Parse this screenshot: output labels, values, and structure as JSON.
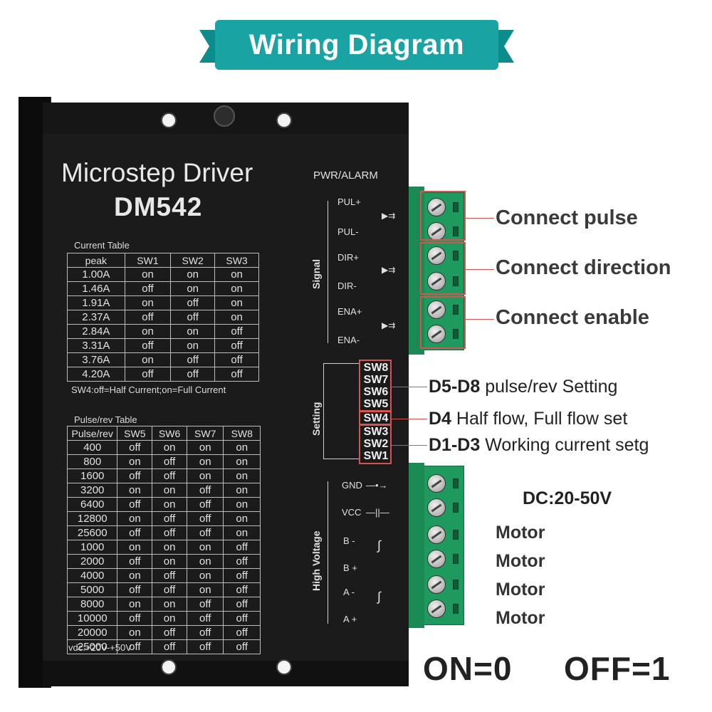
{
  "banner": {
    "title": "Wiring Diagram"
  },
  "driver": {
    "title": "Microstep Driver",
    "model": "DM542",
    "pwr_alarm": "PWR/ALARM",
    "voltage_note": "vdc:+20V-+50V",
    "group_labels": {
      "signal": "Signal",
      "setting": "Setting",
      "high_voltage": "High Voltage"
    },
    "signal_pins": [
      "PUL+",
      "PUL-",
      "DIR+",
      "DIR-",
      "ENA+",
      "ENA-"
    ],
    "power_pins": [
      "GND",
      "VCC",
      "B -",
      "B +",
      "A -",
      "A +"
    ],
    "switches": [
      "SW8",
      "SW7",
      "SW6",
      "SW5",
      "SW4",
      "SW3",
      "SW2",
      "SW1"
    ]
  },
  "current_table": {
    "caption": "Current Table",
    "headers": [
      "peak",
      "SW1",
      "SW2",
      "SW3"
    ],
    "rows": [
      [
        "1.00A",
        "on",
        "on",
        "on"
      ],
      [
        "1.46A",
        "off",
        "on",
        "on"
      ],
      [
        "1.91A",
        "on",
        "off",
        "on"
      ],
      [
        "2.37A",
        "off",
        "off",
        "on"
      ],
      [
        "2.84A",
        "on",
        "on",
        "off"
      ],
      [
        "3.31A",
        "off",
        "on",
        "off"
      ],
      [
        "3.76A",
        "on",
        "off",
        "off"
      ],
      [
        "4.20A",
        "off",
        "off",
        "off"
      ]
    ],
    "note": "SW4:off=Half Current;on=Full Current"
  },
  "pulse_table": {
    "caption": "Pulse/rev Table",
    "headers": [
      "Pulse/rev",
      "SW5",
      "SW6",
      "SW7",
      "SW8"
    ],
    "rows": [
      [
        "400",
        "off",
        "on",
        "on",
        "on"
      ],
      [
        "800",
        "on",
        "off",
        "on",
        "on"
      ],
      [
        "1600",
        "off",
        "off",
        "on",
        "on"
      ],
      [
        "3200",
        "on",
        "on",
        "off",
        "on"
      ],
      [
        "6400",
        "off",
        "on",
        "off",
        "on"
      ],
      [
        "12800",
        "on",
        "off",
        "off",
        "on"
      ],
      [
        "25600",
        "off",
        "off",
        "off",
        "on"
      ],
      [
        "1000",
        "on",
        "on",
        "on",
        "off"
      ],
      [
        "2000",
        "off",
        "on",
        "on",
        "off"
      ],
      [
        "4000",
        "on",
        "off",
        "on",
        "off"
      ],
      [
        "5000",
        "off",
        "off",
        "on",
        "off"
      ],
      [
        "8000",
        "on",
        "on",
        "off",
        "off"
      ],
      [
        "10000",
        "off",
        "on",
        "off",
        "off"
      ],
      [
        "20000",
        "on",
        "off",
        "off",
        "off"
      ],
      [
        "25000",
        "off",
        "off",
        "off",
        "off"
      ]
    ]
  },
  "callouts": {
    "pulse": "Connect pulse",
    "direction": "Connect direction",
    "enable": "Connect enable",
    "d58_bold": "D5-D8",
    "d58_text": " pulse/rev Setting",
    "d4_bold": "D4",
    "d4_text": " Half flow, Full flow set",
    "d13_bold": "D1-D3",
    "d13_text": " Working current setg",
    "dc": "DC:20-50V",
    "motor": [
      "Motor",
      "Motor",
      "Motor",
      "Motor"
    ]
  },
  "legend": {
    "on": "ON=0",
    "off": "OFF=1"
  },
  "colors": {
    "banner": "#1aa3a3",
    "highlight": "#d95252",
    "terminal": "#1f9a5f",
    "driver": "#1b1b1b"
  }
}
